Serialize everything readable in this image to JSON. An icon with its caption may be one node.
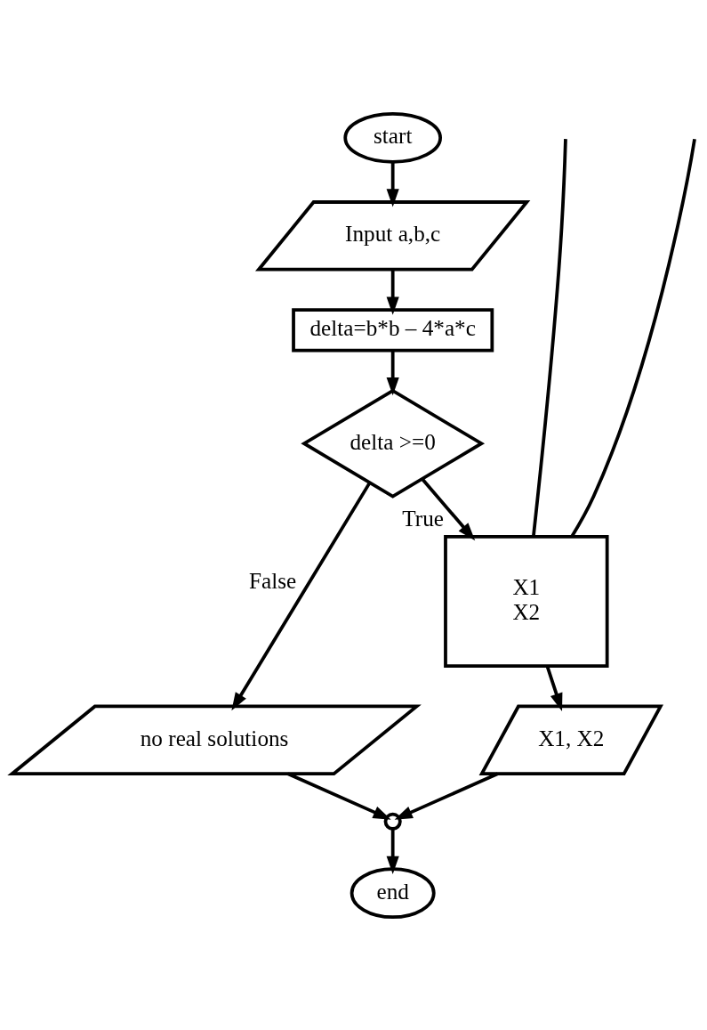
{
  "diagram": {
    "nodes": [
      {
        "text": [
          "start"
        ]
      },
      {
        "text": [
          "Input a,b,c"
        ]
      },
      {
        "text": [
          "delta=b*b – 4*a*c"
        ]
      },
      {
        "text": [
          "delta >=0"
        ]
      },
      {
        "text": [
          "no real solutions"
        ]
      },
      {
        "text": [
          "X1",
          "X2"
        ]
      },
      {
        "text": [
          "X1, X2"
        ]
      },
      {
        "text": [],
        "shape": "circle"
      },
      {
        "text": [
          "end"
        ]
      }
    ],
    "edges": [
      {
        "from": 0,
        "to": 1,
        "arrow": "to"
      },
      {
        "from": 1,
        "to": 2,
        "arrow": "to"
      },
      {
        "from": 2,
        "to": 3,
        "arrow": "to"
      },
      {
        "from": 3,
        "to": 4,
        "arrow": "to",
        "label": "False"
      },
      {
        "from": 3,
        "to": 5,
        "arrow": "to",
        "label": "True"
      },
      {
        "from": 5,
        "to": 6,
        "arrow": "to"
      },
      {
        "from": 4,
        "to": 7,
        "arrow": "to"
      },
      {
        "from": 6,
        "to": 7,
        "arrow": "to"
      },
      {
        "from": 7,
        "to": 8,
        "arrow": "to"
      },
      {
        "from": 5,
        "to": null,
        "arrow": "none"
      },
      {
        "from": 5,
        "to": null,
        "arrow": "none"
      }
    ]
  }
}
